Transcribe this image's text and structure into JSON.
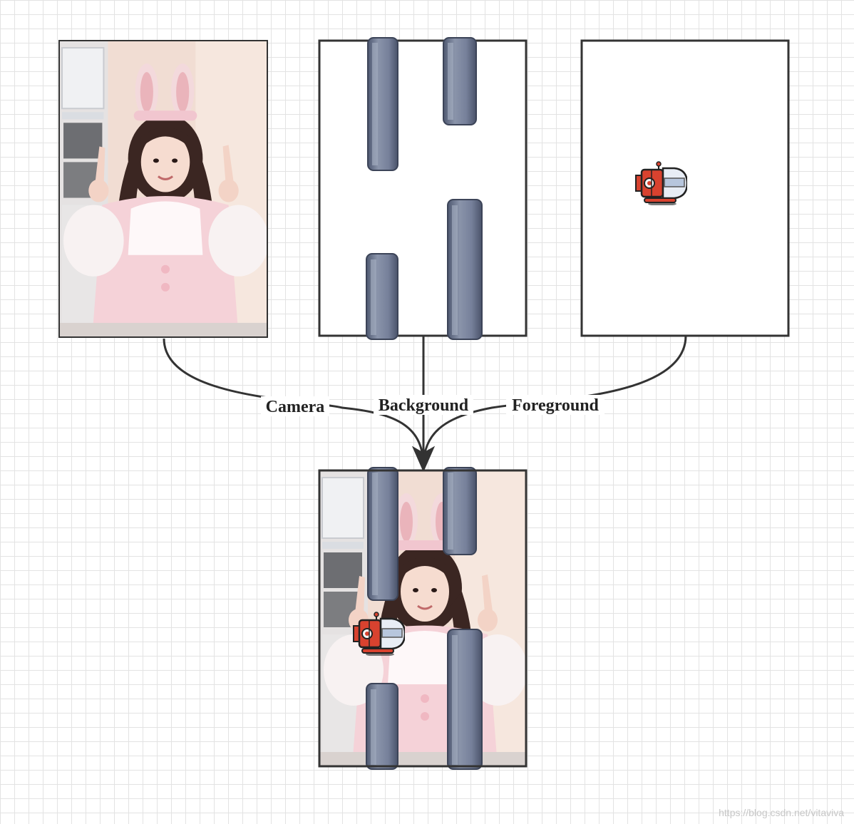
{
  "diagram": {
    "inputs": [
      {
        "id": "camera",
        "label": "Camera",
        "content": "camera-photo"
      },
      {
        "id": "background",
        "label": "Background",
        "content": "pipe-obstacles"
      },
      {
        "id": "foreground",
        "label": "Foreground",
        "content": "player-sprite"
      }
    ],
    "output": {
      "id": "composite",
      "content": "layered-composite"
    },
    "colors": {
      "frame_stroke": "#333333",
      "pipe_fill": "#7b859c",
      "sprite_red": "#d8422f"
    }
  },
  "watermark": "https://blog.csdn.net/vitaviva"
}
